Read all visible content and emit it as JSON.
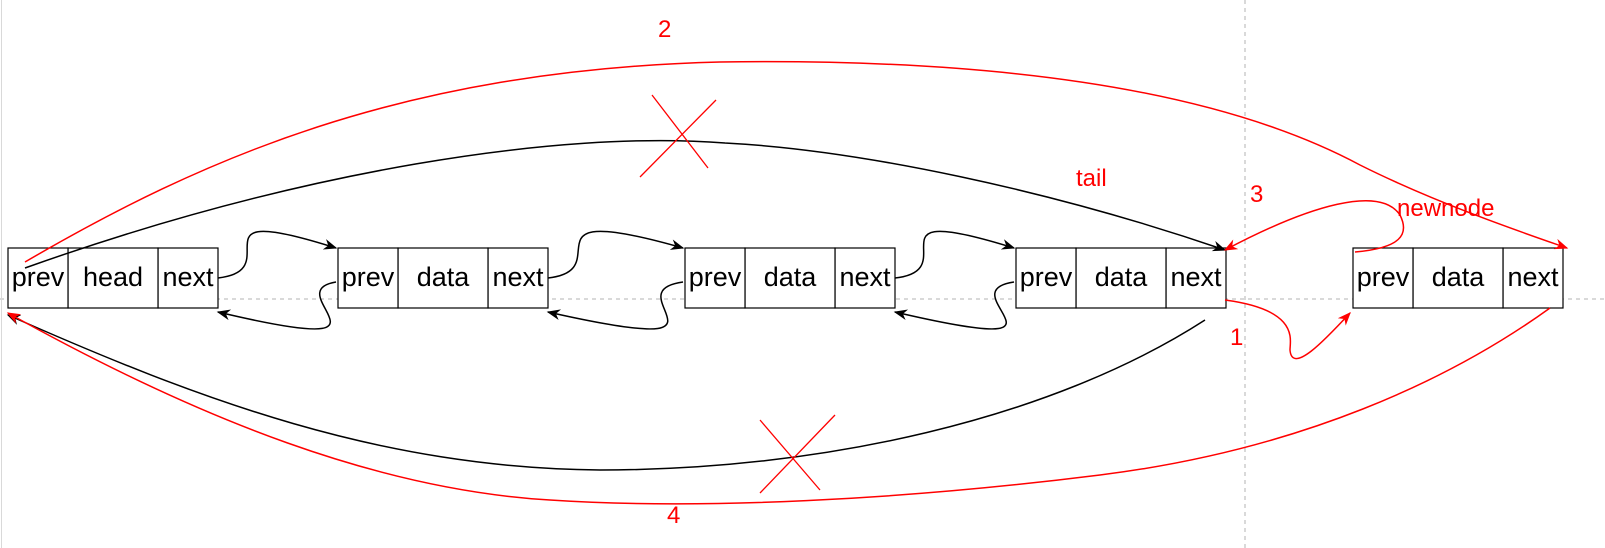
{
  "colors": {
    "accent": "#ff0000",
    "line": "#000000",
    "guide": "#b3b3b3"
  },
  "nodes": [
    {
      "cells": [
        "prev",
        "head",
        "next"
      ]
    },
    {
      "cells": [
        "prev",
        "data",
        "next"
      ]
    },
    {
      "cells": [
        "prev",
        "data",
        "next"
      ]
    },
    {
      "cells": [
        "prev",
        "data",
        "next"
      ]
    },
    {
      "cells": [
        "prev",
        "data",
        "next"
      ]
    }
  ],
  "labels": {
    "tail": "tail",
    "newnode": "newnode",
    "step1": "1",
    "step2": "2",
    "step3": "3",
    "step4": "4"
  }
}
